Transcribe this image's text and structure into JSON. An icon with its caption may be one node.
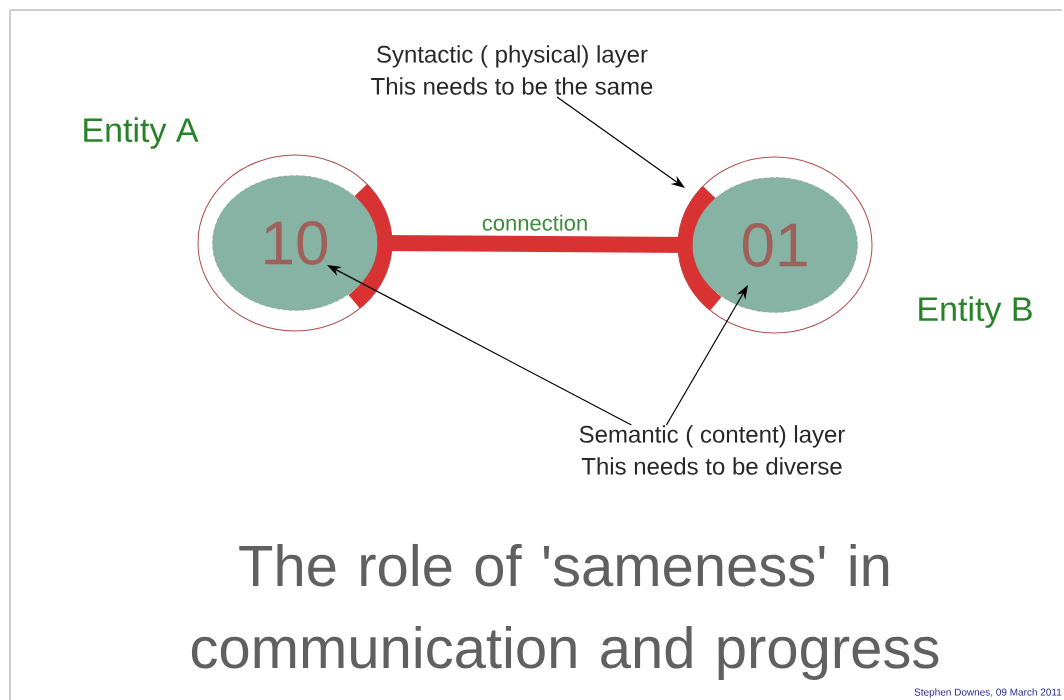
{
  "diagram": {
    "title": "The role of 'sameness' in communication and progress",
    "nodes": [
      {
        "text": [
          "10"
        ],
        "beside": [
          "Entity A"
        ]
      },
      {
        "text": [
          "01"
        ],
        "beside": [
          "Entity B"
        ]
      },
      {
        "text": [
          "Syntactic ( physical) layer",
          "This needs to be the same"
        ]
      },
      {
        "text": [
          "Semantic ( content) layer",
          "This needs to be diverse"
        ]
      }
    ],
    "edges": [
      {
        "from": 0,
        "to": 1,
        "arrow": "none",
        "label": "connection",
        "style": "thick",
        "color": "#d93232"
      },
      {
        "from": 2,
        "to": 1,
        "arrow": "to"
      },
      {
        "from": 3,
        "to": 0,
        "arrow": "to"
      },
      {
        "from": 3,
        "to": 1,
        "arrow": "to"
      }
    ],
    "labels": [
      "Stephen Downes, 09 March 2011"
    ]
  }
}
